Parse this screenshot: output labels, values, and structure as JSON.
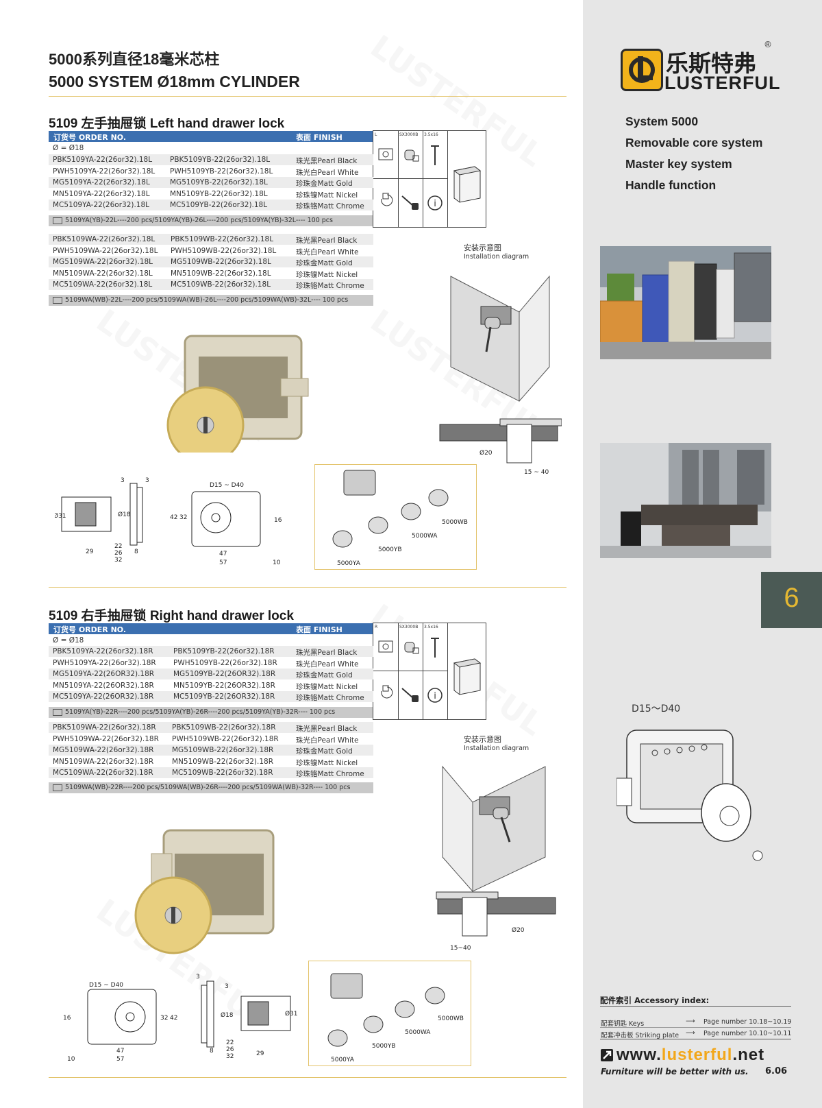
{
  "header": {
    "title_cn": "5000系列直径18毫米芯柱",
    "title_en": "5000 SYSTEM Ø18mm CYLINDER"
  },
  "brand": {
    "name_cn": "乐斯特弗",
    "name_en": "LUSTERFUL",
    "registered": "®",
    "colors": {
      "gold": "#f2b31b",
      "dark": "#2a2a2a"
    }
  },
  "features": [
    "System 5000",
    "Removable core system",
    "Master key system",
    "Handle function"
  ],
  "page_badge": "6",
  "section_left": {
    "title": "5109 左手抽屉锁 Left hand drawer lock",
    "head_order": "订货号 ORDER NO.",
    "head_finish": "表面 FINISH",
    "dia_row": "Ø =   Ø18",
    "rows_a": [
      [
        "PBK5109YA-22(26or32).18L",
        "PBK5109YB-22(26or32).18L",
        "珠光黑Pearl Black"
      ],
      [
        "PWH5109YA-22(26or32).18L",
        "PWH5109YB-22(26or32).18L",
        "珠光白Pearl White"
      ],
      [
        "MG5109YA-22(26or32).18L",
        "MG5109YB-22(26or32).18L",
        "珍珠金Matt Gold"
      ],
      [
        "MN5109YA-22(26or32).18L",
        "MN5109YB-22(26or32).18L",
        "珍珠镍Matt Nickel"
      ],
      [
        "MC5109YA-22(26or32).18L",
        "MC5109YB-22(26or32).18L",
        "珍珠铬Matt Chrome"
      ]
    ],
    "pack_a": "5109YA(YB)-22L----200 pcs/5109YA(YB)-26L----200 pcs/5109YA(YB)-32L---- 100 pcs",
    "rows_b": [
      [
        "PBK5109WA-22(26or32).18L",
        "PBK5109WB-22(26or32).18L",
        "珠光黑Pearl Black"
      ],
      [
        "PWH5109WA-22(26or32).18L",
        "PWH5109WB-22(26or32).18L",
        "珠光白Pearl White"
      ],
      [
        "MG5109WA-22(26or32).18L",
        "MG5109WB-22(26or32).18L",
        "珍珠金Matt Gold"
      ],
      [
        "MN5109WA-22(26or32).18L",
        "MN5109WB-22(26or32).18L",
        "珍珠镍Matt Nickel"
      ],
      [
        "MC5109WA-22(26or32).18L",
        "MC5109WB-22(26or32).18L",
        "珍珠铬Matt Chrome"
      ]
    ],
    "pack_b": "5109WA(WB)-22L----200 pcs/5109WA(WB)-26L----200 pcs/5109WA(WB)-32L---- 100 pcs",
    "icon_labels": [
      "L",
      "SX3000B",
      "3.5x16"
    ]
  },
  "section_right": {
    "title": "5109 右手抽屉锁 Right hand drawer lock",
    "head_order": "订货号 ORDER NO.",
    "head_finish": "表面 FINISH",
    "dia_row": "Ø =   Ø18",
    "rows_a": [
      [
        "PBK5109YA-22(26or32).18R",
        "PBK5109YB-22(26or32).18R",
        "珠光黑Pearl Black"
      ],
      [
        "PWH5109YA-22(26or32).18R",
        "PWH5109YB-22(26or32).18R",
        "珠光白Pearl White"
      ],
      [
        "MG5109YA-22(26OR32).18R",
        "MG5109YB-22(26OR32).18R",
        "珍珠金Matt Gold"
      ],
      [
        "MN5109YA-22(26OR32).18R",
        "MN5109YB-22(26OR32).18R",
        "珍珠镍Matt Nickel"
      ],
      [
        "MC5109YA-22(26OR32).18R",
        "MC5109YB-22(26OR32).18R",
        "珍珠铬Matt Chrome"
      ]
    ],
    "pack_a": "5109YA(YB)-22R----200 pcs/5109YA(YB)-26R----200 pcs/5109YA(YB)-32R---- 100 pcs",
    "rows_b": [
      [
        "PBK5109WA-22(26or32).18R",
        "PBK5109WB-22(26or32).18R",
        "珠光黑Pearl Black"
      ],
      [
        "PWH5109WA-22(26or32).18R",
        "PWH5109WB-22(26or32).18R",
        "珠光白Pearl White"
      ],
      [
        "MG5109WA-22(26or32).18R",
        "MG5109WB-22(26or32).18R",
        "珍珠金Matt Gold"
      ],
      [
        "MN5109WA-22(26or32).18R",
        "MN5109WB-22(26or32).18R",
        "珍珠镍Matt Nickel"
      ],
      [
        "MC5109WA-22(26or32).18R",
        "MC5109WB-22(26or32).18R",
        "珍珠铬Matt Chrome"
      ]
    ],
    "pack_b": "5109WA(WB)-22R----200 pcs/5109WA(WB)-26R----200 pcs/5109WA(WB)-32R---- 100 pcs",
    "icon_labels": [
      "R",
      "SX3000B",
      "3.5x16"
    ]
  },
  "install": {
    "cn": "安装示意图",
    "en": "Installation diagram"
  },
  "dims": {
    "d_range": "D15 ~ D40",
    "d_range_side": "D15～D40",
    "d31": "Ø31",
    "d18": "Ø18",
    "d20": "Ø20",
    "n3": "3",
    "n22": "22",
    "n26": "26",
    "n32": "32",
    "n29": "29",
    "n8": "8",
    "n47": "47",
    "n57": "57",
    "n10": "10",
    "n42": "42",
    "n16": "16",
    "r1540": "15 ~ 40",
    "r1540b": "15~40"
  },
  "cylinders": [
    "5000YA",
    "5000YB",
    "5000WA",
    "5000WB"
  ],
  "accessory": {
    "title": "配件索引 Accessory index:",
    "rows": [
      {
        "label": "配套钥匙 Keys",
        "page": "Page number 10.18~10.19"
      },
      {
        "label": "配套冲击板 Striking plate",
        "page": "Page number 10.10~10.11"
      }
    ]
  },
  "website": {
    "prefix": "www.",
    "brand": "lusterful",
    "suffix": ".net"
  },
  "slogan": "Furniture will be better with us.",
  "page_number": "6.06"
}
